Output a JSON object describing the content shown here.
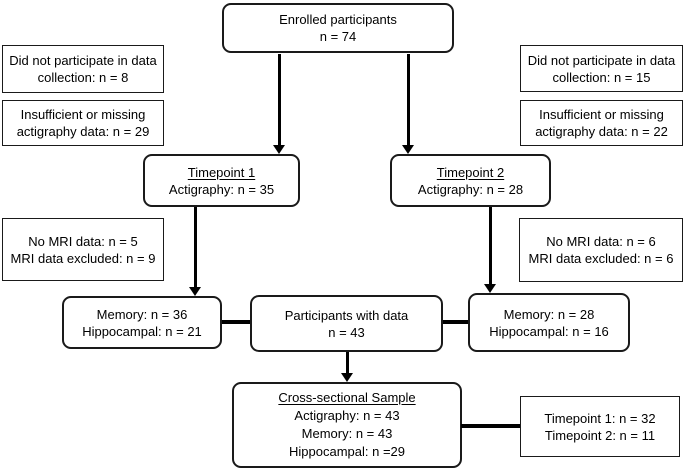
{
  "figure": {
    "type": "participant-flow-diagram",
    "colors": {
      "background": "#ffffff",
      "box_border": "#1a1a1a",
      "line": "#000000",
      "text": "#000000"
    }
  },
  "boxes": {
    "enrolled": {
      "line1": "Enrolled participants",
      "line2": "n = 74"
    },
    "excl_left_collection": {
      "line1": "Did not participate in data",
      "line2": "collection: n = 8"
    },
    "excl_left_actigraphy": {
      "line1": "Insufficient or missing",
      "line2": "actigraphy data: n = 29"
    },
    "excl_right_collection": {
      "line1": "Did not participate in data",
      "line2": "collection: n = 15"
    },
    "excl_right_actigraphy": {
      "line1": "Insufficient or missing",
      "line2": "actigraphy data: n = 22"
    },
    "timepoint1": {
      "title": "Timepoint 1",
      "line2": "Actigraphy: n = 35"
    },
    "timepoint2": {
      "title": "Timepoint 2",
      "line2": "Actigraphy: n = 28"
    },
    "mri_left": {
      "line1": "No MRI data: n = 5",
      "line2": "MRI data excluded: n = 9"
    },
    "mri_right": {
      "line1": "No MRI data: n = 6",
      "line2": "MRI data excluded: n = 6"
    },
    "memory_left": {
      "line1": "Memory: n = 36",
      "line2": "Hippocampal: n = 21"
    },
    "participants_with_data": {
      "line1": "Participants with data",
      "line2": "n = 43"
    },
    "memory_right": {
      "line1": "Memory: n = 28",
      "line2": "Hippocampal: n = 16"
    },
    "cross_sectional": {
      "title": "Cross-sectional Sample",
      "line2": "Actigraphy: n = 43",
      "line3": "Memory: n = 43",
      "line4": "Hippocampal: n =29"
    },
    "followup_counts": {
      "line1": "Timepoint 1: n = 32",
      "line2": "Timepoint 2: n = 11"
    }
  }
}
